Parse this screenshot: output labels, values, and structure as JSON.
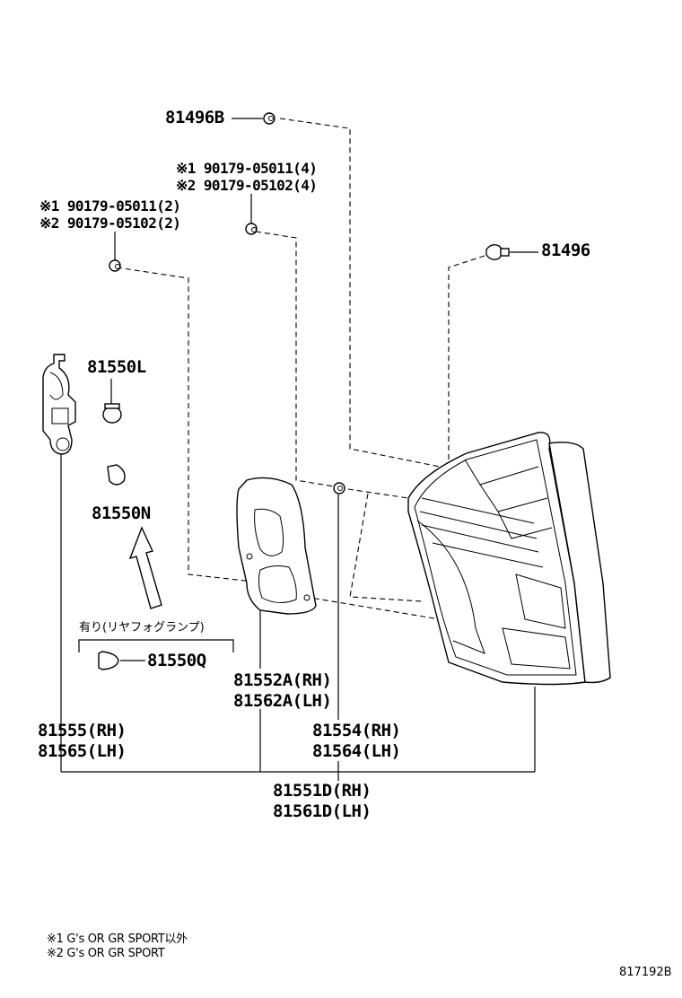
{
  "labels": {
    "p81496B": "81496B",
    "p81496": "81496",
    "screw_top_1": "※1 90179-05011(4)",
    "screw_top_2": "※2 90179-05102(4)",
    "screw_left_1": "※1 90179-05011(2)",
    "screw_left_2": "※2 90179-05102(2)",
    "p81550L": "81550L",
    "p81550N": "81550N",
    "rear_fog_note": "有り(リヤフォグランプ)",
    "p81550Q": "81550Q",
    "p81552A_rh": "81552A(RH)",
    "p81562A_lh": "81562A(LH)",
    "p81555_rh": "81555(RH)",
    "p81565_lh": "81565(LH)",
    "p81554_rh": "81554(RH)",
    "p81564_lh": "81564(LH)",
    "p81551D_rh": "81551D(RH)",
    "p81561D_lh": "81561D(LH)"
  },
  "footnotes": {
    "note1": "※1 G's OR GR SPORT以外",
    "note2": "※2 G's OR GR SPORT"
  },
  "drawing_code": "817192B"
}
